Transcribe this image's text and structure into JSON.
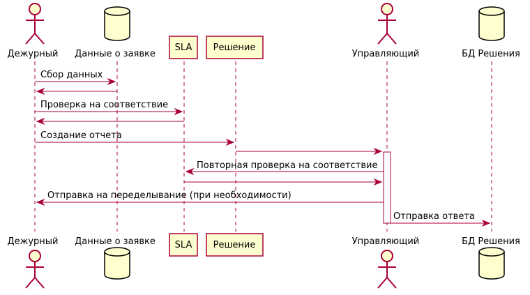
{
  "participants": [
    {
      "id": "duty",
      "label": "Дежурный",
      "type": "actor"
    },
    {
      "id": "req",
      "label": "Данные о заявке",
      "type": "database"
    },
    {
      "id": "sla",
      "label": "SLA",
      "type": "participant"
    },
    {
      "id": "sol",
      "label": "Решение",
      "type": "participant"
    },
    {
      "id": "mgr",
      "label": "Управляющий",
      "type": "actor"
    },
    {
      "id": "db",
      "label": "БД Решения",
      "type": "database"
    }
  ],
  "messages": [
    {
      "from": "duty",
      "to": "req",
      "label": "Сбор данных"
    },
    {
      "from": "req",
      "to": "duty",
      "label": ""
    },
    {
      "from": "duty",
      "to": "sla",
      "label": "Проверка на соответствие"
    },
    {
      "from": "sla",
      "to": "duty",
      "label": ""
    },
    {
      "from": "duty",
      "to": "sol",
      "label": "Создание отчета"
    },
    {
      "from": "sol",
      "to": "mgr",
      "label": ""
    },
    {
      "from": "mgr",
      "to": "sla",
      "label": "Повторная проверка на соответствие"
    },
    {
      "from": "sla",
      "to": "mgr",
      "label": ""
    },
    {
      "from": "mgr",
      "to": "duty",
      "label": "Отправка на переделывание (при необходимости)"
    },
    {
      "from": "mgr",
      "to": "db",
      "label": "Отправка ответа"
    }
  ],
  "colors": {
    "border": "#a80036",
    "fill": "#fefece"
  }
}
